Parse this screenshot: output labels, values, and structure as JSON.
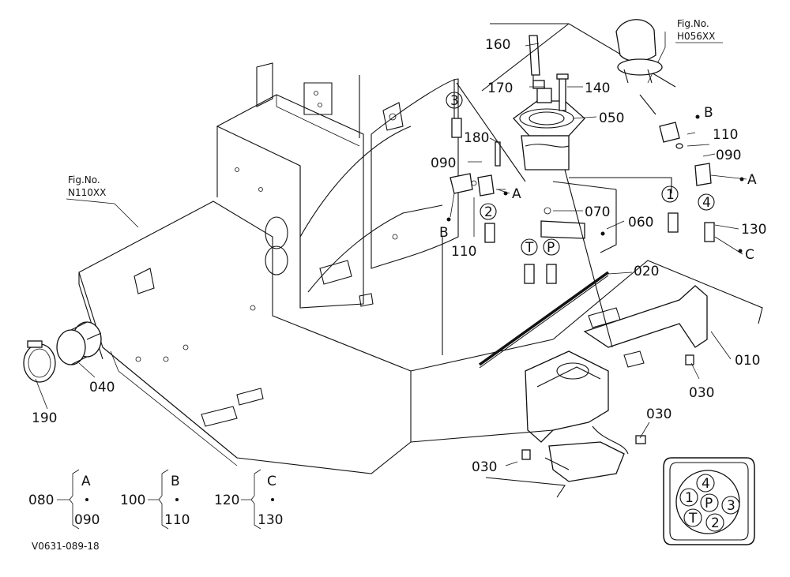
{
  "figure_refs": [
    {
      "label": "Fig.No.",
      "number": "H056XX"
    },
    {
      "label": "Fig.No.",
      "number": "N110XX"
    }
  ],
  "part_numbers": [
    "160",
    "170",
    "140",
    "050",
    "180",
    "090",
    "070",
    "060",
    "110",
    "020",
    "010",
    "030",
    "040",
    "190",
    "130"
  ],
  "port_letters": {
    "a": "A",
    "b": "B",
    "c": "C",
    "t": "T",
    "p": "P"
  },
  "port_numbers": {
    "one": "1",
    "two": "2",
    "three": "3",
    "four": "4"
  },
  "kits": [
    {
      "number": "080",
      "letter": "A",
      "part": "090"
    },
    {
      "number": "100",
      "letter": "B",
      "part": "110"
    },
    {
      "number": "120",
      "letter": "C",
      "part": "130"
    }
  ],
  "drawing_code": "V0631-089-18"
}
